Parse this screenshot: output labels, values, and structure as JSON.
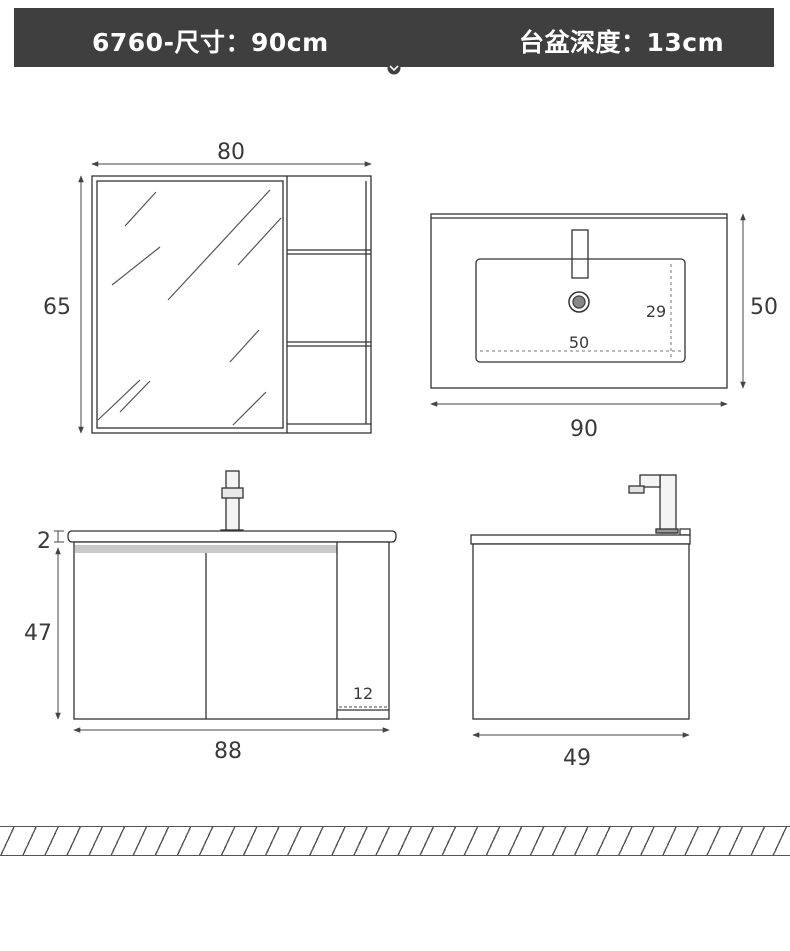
{
  "header": {
    "left_title": "6760-尺寸：90cm",
    "right_title": "台盆深度：13cm"
  },
  "icons": {
    "scroll_hint": "chevron-down-icon"
  },
  "mirror_cabinet": {
    "width": "80",
    "height": "65"
  },
  "basin_top_view": {
    "width": "90",
    "depth": "50",
    "bowl_width": "50",
    "bowl_depth": "29"
  },
  "vanity_front_view": {
    "countertop_thickness": "2",
    "cabinet_height": "47",
    "side_shelf_width": "12",
    "width": "88"
  },
  "vanity_side_view": {
    "depth": "49"
  },
  "colors": {
    "banner_bg": "#3f3f3f",
    "line": "#333333",
    "dim_line": "#444444"
  }
}
